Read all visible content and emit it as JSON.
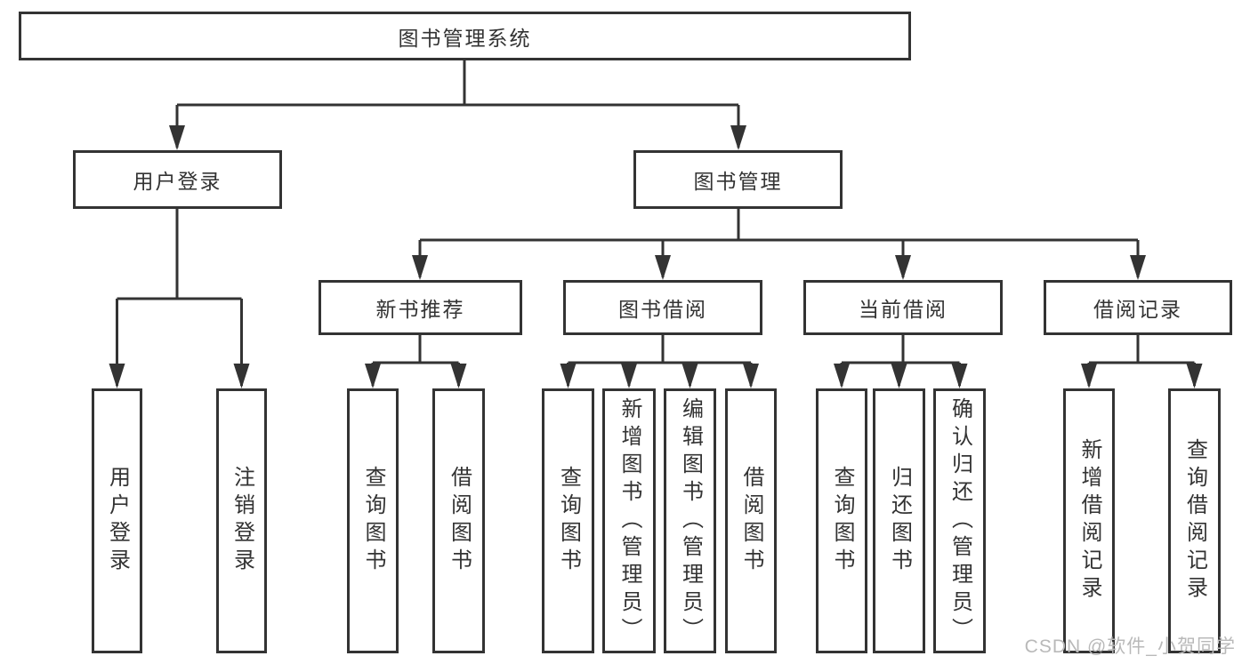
{
  "tree": {
    "root": "图书管理系统",
    "branches": [
      {
        "label": "用户登录",
        "children": [
          "用户登录",
          "注销登录"
        ]
      },
      {
        "label": "图书管理",
        "sections": [
          {
            "label": "新书推荐",
            "children": [
              "查询图书",
              "借阅图书"
            ]
          },
          {
            "label": "图书借阅",
            "children": [
              "查询图书",
              "新增图书（管理员）",
              "编辑图书（管理员）",
              "借阅图书"
            ]
          },
          {
            "label": "当前借阅",
            "children": [
              "查询图书",
              "归还图书",
              "确认归还（管理员）"
            ]
          },
          {
            "label": "借阅记录",
            "children": [
              "新增借阅记录",
              "查询借阅记录"
            ]
          }
        ]
      }
    ]
  },
  "watermark": "CSDN @软件_小贺同学",
  "colors": {
    "line": "#333333",
    "text": "#333333",
    "watermark": "#b9b9b9",
    "background": "#ffffff"
  }
}
